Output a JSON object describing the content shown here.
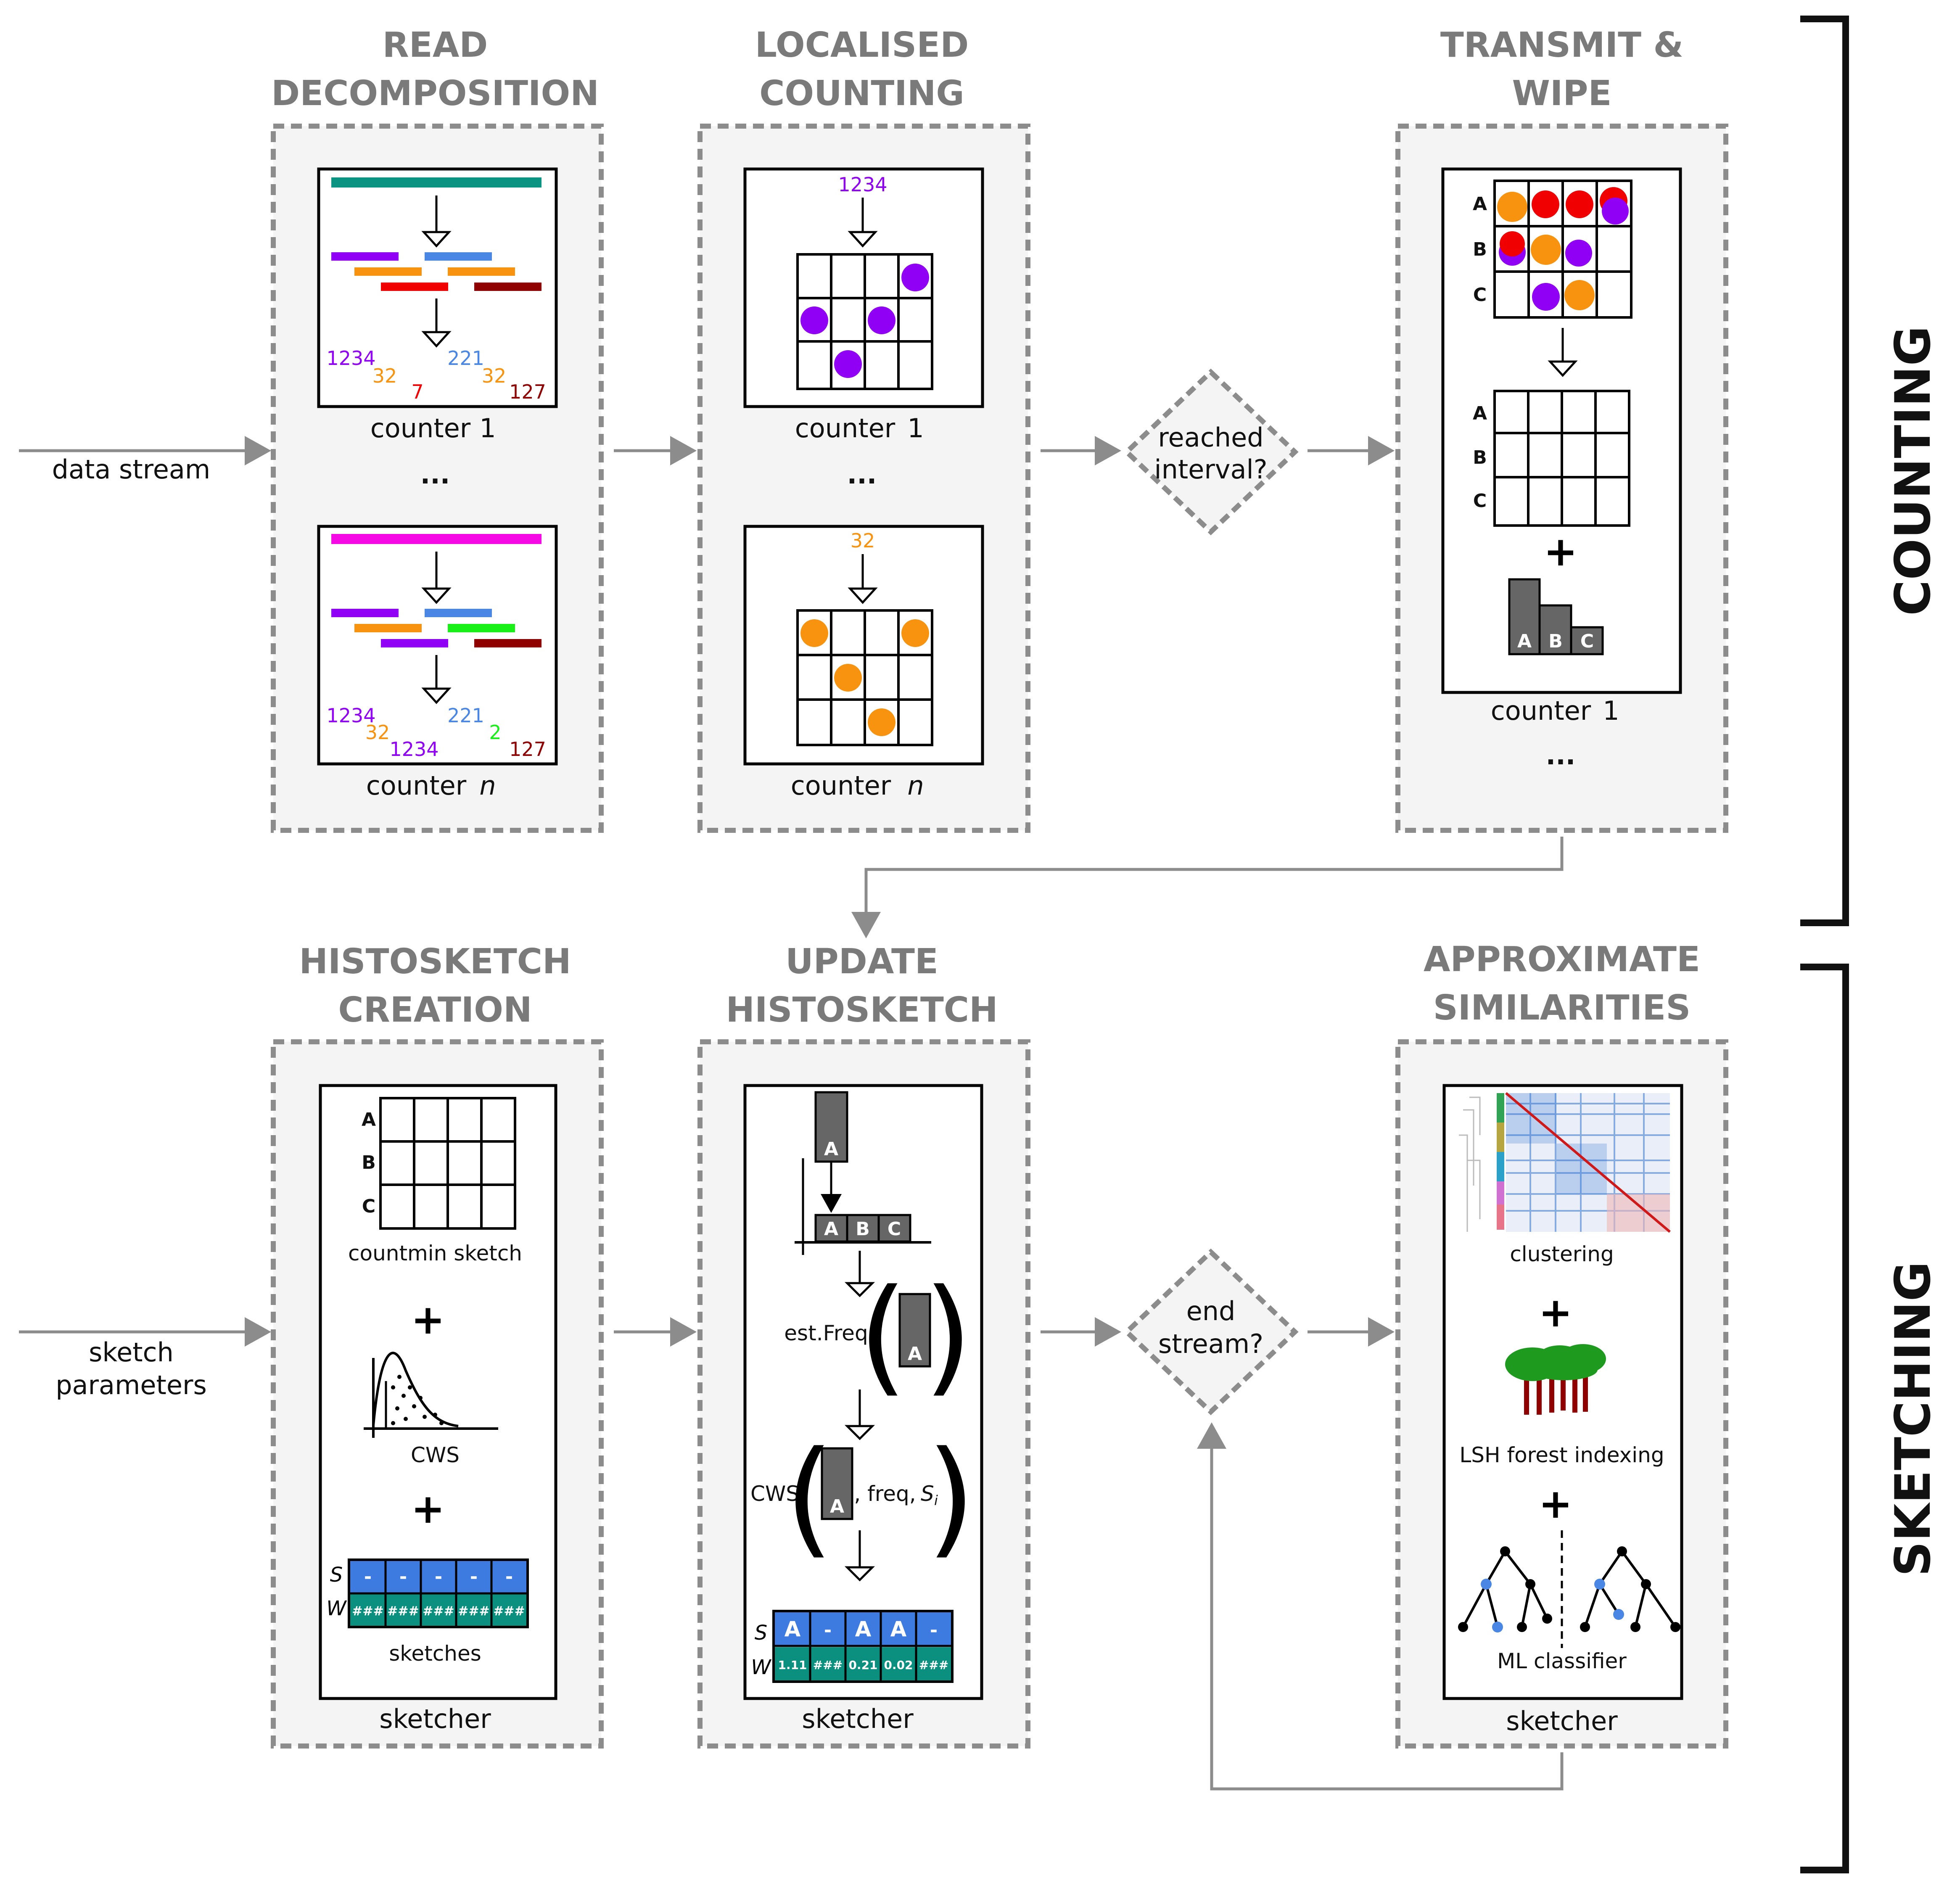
{
  "sections": {
    "counting": "COUNTING",
    "sketching": "SKETCHING"
  },
  "panels": {
    "read_decomposition": {
      "title_line1": "READ",
      "title_line2": "DECOMPOSITION",
      "counter1_label": "counter",
      "counter1_num": "1",
      "ellipsis": "...",
      "countern_label": "counter",
      "countern_num": "n",
      "numbers_1": [
        "1234",
        "221",
        "32",
        "32",
        "7",
        "127"
      ],
      "numbers_n": [
        "1234",
        "221",
        "32",
        "2",
        "1234",
        "127"
      ]
    },
    "localised_counting": {
      "title_line1": "LOCALISED",
      "title_line2": "COUNTING",
      "counter1_label": "counter",
      "counter1_num": "1",
      "ellipsis": "...",
      "countern_label": "counter",
      "countern_num": "n",
      "value_1": "1234",
      "value_n": "32"
    },
    "transmit_wipe": {
      "title_line1": "TRANSMIT &",
      "title_line2": "WIPE",
      "rows": [
        "A",
        "B",
        "C"
      ],
      "plus": "+",
      "bars": [
        "A",
        "B",
        "C"
      ],
      "counter_label": "counter",
      "counter_num": "1",
      "ellipsis": "..."
    },
    "histosketch_creation": {
      "title_line1": "HISTOSKETCH",
      "title_line2": "CREATION",
      "rows": [
        "A",
        "B",
        "C"
      ],
      "countmin_label": "countmin sketch",
      "plus1": "+",
      "cws_label": "CWS",
      "plus2": "+",
      "s_label": "S",
      "w_label": "W",
      "s_cells": [
        "-",
        "-",
        "-",
        "-",
        "-"
      ],
      "w_cells": [
        "###",
        "###",
        "###",
        "###",
        "###"
      ],
      "sketches_label": "sketches",
      "footer": "sketcher"
    },
    "update_histosketch": {
      "title_line1": "UPDATE",
      "title_line2": "HISTOSKETCH",
      "bar_top": "A",
      "bars": [
        "A",
        "B",
        "C"
      ],
      "estfreq_label": "est.Freq",
      "estfreq_bar": "A",
      "cws_label": "CWS",
      "cws_bar": "A",
      "cws_args": ", freq, ",
      "si_label": "S",
      "si_sub": "i",
      "s_label": "S",
      "w_label": "W",
      "s_cells": [
        "A",
        "-",
        "A",
        "A",
        "-"
      ],
      "w_cells": [
        "1.11",
        "###",
        "0.21",
        "0.02",
        "###"
      ],
      "footer": "sketcher"
    },
    "approximate_similarities": {
      "title_line1": "APPROXIMATE",
      "title_line2": "SIMILARITIES",
      "clustering_label": "clustering",
      "plus1": "+",
      "lsh_label": "LSH forest indexing",
      "plus2": "+",
      "ml_label": "ML classifier",
      "footer": "sketcher"
    }
  },
  "decisions": {
    "reached_line1": "reached",
    "reached_line2": "interval?",
    "end_line1": "end",
    "end_line2": "stream?"
  },
  "inputs": {
    "data_stream": "data stream",
    "sketch_line1": "sketch",
    "sketch_line2": "parameters"
  },
  "colors": {
    "purple": "#8f00f5",
    "orange": "#f7930f",
    "red": "#f00000",
    "darkred": "#8f0000",
    "blue": "#4a86e3",
    "teal": "#0c9483",
    "magenta": "#f50ae6",
    "green": "#18f018",
    "gray": "#666666",
    "sketch_blue": "#3d7be0",
    "sketch_teal": "#0b9080"
  }
}
